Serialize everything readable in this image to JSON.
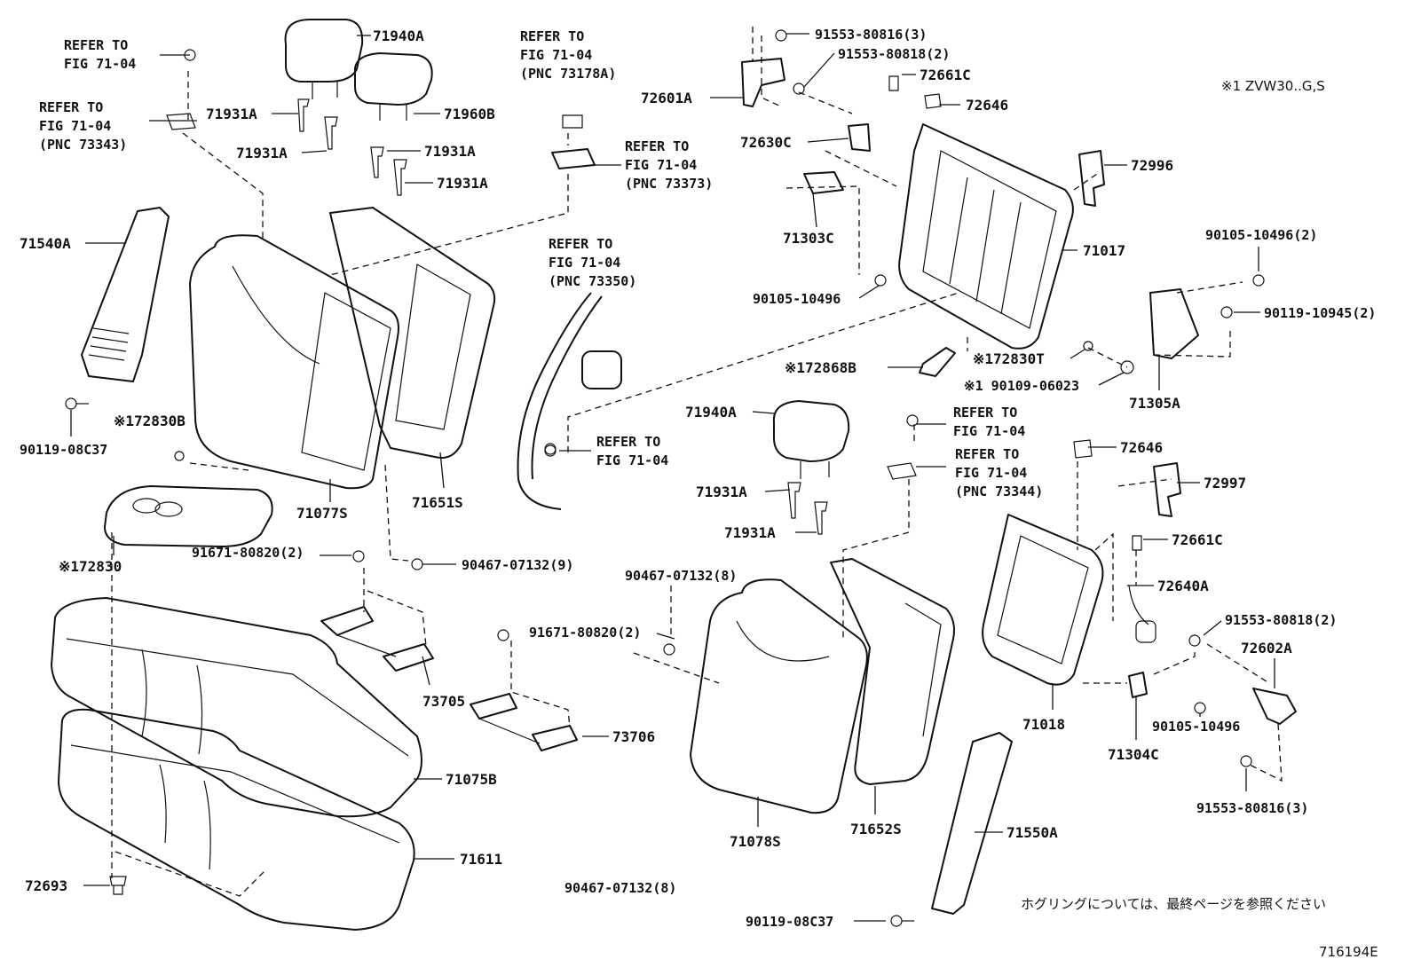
{
  "diagram_id": "716194E",
  "note_jp": "ホグリングについては、最終ページを参照ください",
  "model_note": "※1 ZVW30..G,S",
  "refs": {
    "r1": [
      "REFER TO",
      "FIG 71-04"
    ],
    "r2": [
      "REFER TO",
      "FIG 71-04",
      "(PNC 73343)"
    ],
    "r3": [
      "REFER TO",
      "FIG 71-04",
      "(PNC 73178A)"
    ],
    "r4": [
      "REFER TO",
      "FIG 71-04",
      "(PNC 73373)"
    ],
    "r5": [
      "REFER TO",
      "FIG 71-04",
      "(PNC 73350)"
    ],
    "r6": [
      "REFER TO",
      "FIG 71-04"
    ],
    "r7": [
      "REFER TO",
      "FIG 71-04"
    ],
    "r8": [
      "REFER TO",
      "FIG 71-04",
      "(PNC 73344)"
    ]
  },
  "parts": {
    "p71940A_top": "71940A",
    "p71931A_1": "71931A",
    "p71960B": "71960B",
    "p71931A_2": "71931A",
    "p71931A_3": "71931A",
    "p71931A_4": "71931A",
    "p71540A": "71540A",
    "p90119_08C37_left": "90119-08C37",
    "p72830B": "※172830B",
    "p72830": "※172830",
    "p71077S": "71077S",
    "p71651S": "71651S",
    "p91671_80820_a": "91671-80820(2)",
    "p90467_07132_9": "90467-07132(9)",
    "p73705": "73705",
    "p71075B": "71075B",
    "p71611": "71611",
    "p72693": "72693",
    "p91553_80816_top": "91553-80816(3)",
    "p91553_80818_top": "91553-80818(2)",
    "p72661C_top": "72661C",
    "p72601A": "72601A",
    "p72646_top": "72646",
    "p72630C": "72630C",
    "p72996": "72996",
    "p71303C": "71303C",
    "p71017": "71017",
    "p90105_10496_a": "90105-10496",
    "p90105_10496_2": "90105-10496(2)",
    "p90119_10945_2": "90119-10945(2)",
    "p72868B": "※172868B",
    "p72830T": "※172830T",
    "p90109_06023": "※1 90109-06023",
    "p71305A": "71305A",
    "p71940A_mid": "71940A",
    "p71931A_5": "71931A",
    "p71931A_6": "71931A",
    "p72646_mid": "72646",
    "p72997": "72997",
    "p72661C_mid": "72661C",
    "p72640A": "72640A",
    "p91553_80818_mid": "91553-80818(2)",
    "p72602A": "72602A",
    "p71018": "71018",
    "p90105_10496_b": "90105-10496",
    "p71304C": "71304C",
    "p91553_80816_bot": "91553-80816(3)",
    "p90467_07132_8a": "90467-07132(8)",
    "p91671_80820_b": "91671-80820(2)",
    "p73706": "73706",
    "p71078S": "71078S",
    "p71652S": "71652S",
    "p71550A": "71550A",
    "p90467_07132_8b": "90467-07132(8)",
    "p90119_08C37_bot": "90119-08C37"
  }
}
